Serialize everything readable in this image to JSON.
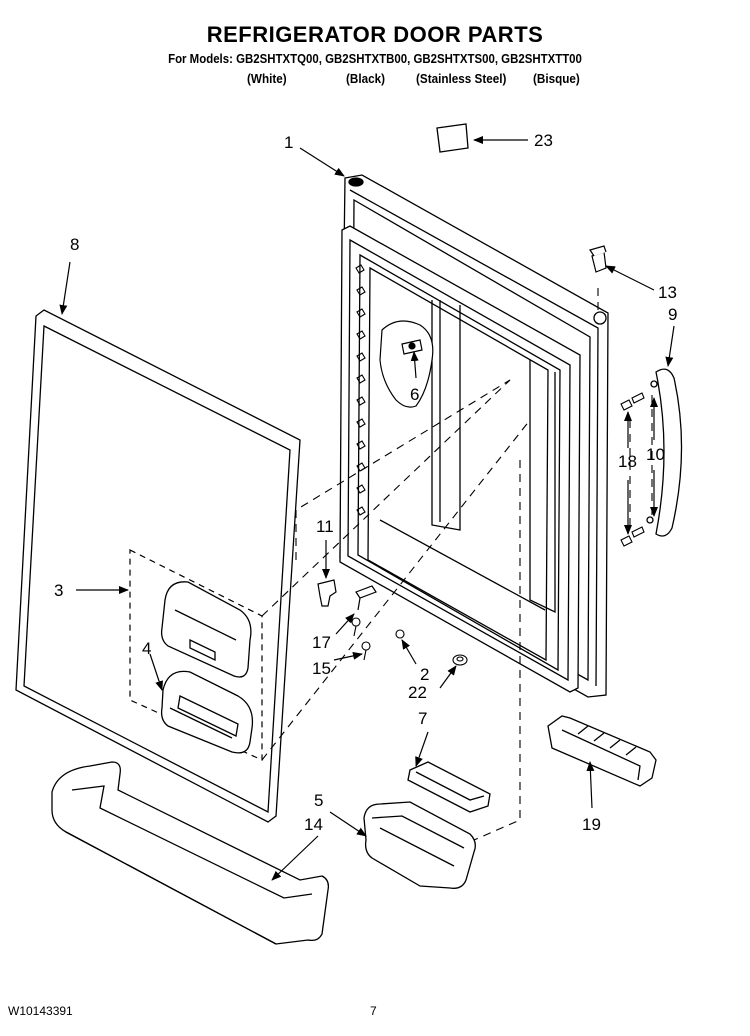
{
  "title": "REFRIGERATOR DOOR PARTS",
  "models_line": "For Models: GB2SHTXTQ00, GB2SHTXTB00, GB2SHTXTS00, GB2SHTXTT00",
  "finishes": [
    "(White)",
    "(Black)",
    "(Stainless Steel)",
    "(Bisque)"
  ],
  "callouts": {
    "c1": "1",
    "c2": "2",
    "c3": "3",
    "c4": "4",
    "c5": "5",
    "c6": "6",
    "c7": "7",
    "c8": "8",
    "c9": "9",
    "c10": "10",
    "c11": "11",
    "c13": "13",
    "c14": "14",
    "c15": "15",
    "c17": "17",
    "c18": "18",
    "c19": "19",
    "c22": "22",
    "c23": "23"
  },
  "footer": {
    "doc_number": "W10143391",
    "page_number": "7"
  }
}
